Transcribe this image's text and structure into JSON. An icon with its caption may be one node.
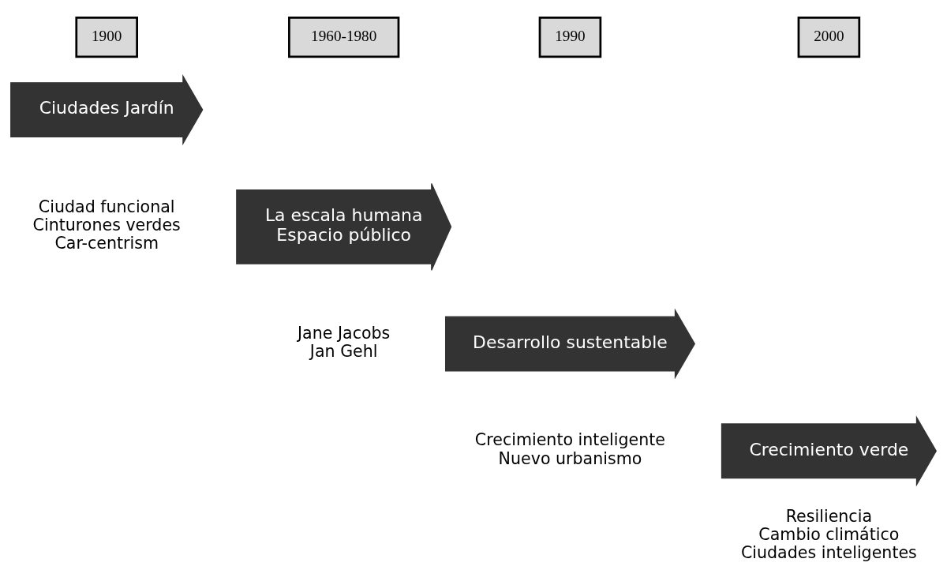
{
  "diagram": {
    "nodes": [
      {
        "text": [
          "1900"
        ]
      },
      {
        "text": [
          "1960-1980"
        ]
      },
      {
        "text": [
          "1990"
        ]
      },
      {
        "text": [
          "2000"
        ]
      },
      {
        "text": [
          "Ciudades Jardín"
        ],
        "beside": [
          "Ciudad funcional",
          "Cinturones verdes",
          "Car-centrism"
        ]
      },
      {
        "text": [
          "La escala humana",
          "Espacio público"
        ],
        "beside": [
          "Jane Jacobs",
          "Jan Gehl"
        ]
      },
      {
        "text": [
          "Desarrollo sustentable"
        ],
        "beside": [
          "Crecimiento inteligente",
          "Nuevo urbanismo"
        ]
      },
      {
        "text": [
          "Crecimiento verde"
        ],
        "beside": [
          "Resiliencia",
          "Cambio climático",
          "Ciudades inteligentes"
        ]
      }
    ],
    "edges": []
  }
}
